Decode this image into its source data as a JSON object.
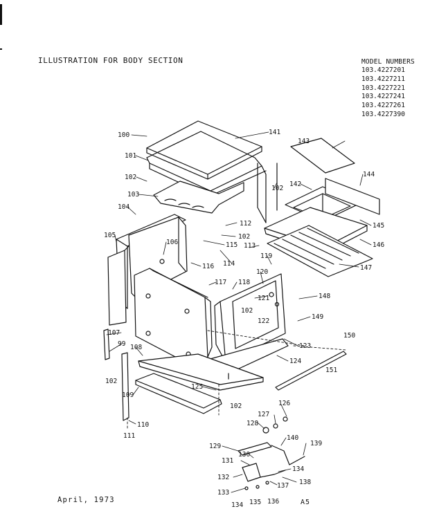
{
  "title": "ILLUSTRATION FOR BODY SECTION",
  "model_heading": "MODEL NUMBERS",
  "model_numbers": [
    "103.4227201",
    "103.4227211",
    "103.4227221",
    "103.4227241",
    "103.4227261",
    "103.4227390"
  ],
  "footer_date": "April, 1973",
  "footer_page": "A5",
  "part_labels": [
    "100",
    "141",
    "101",
    "143",
    "102",
    "102",
    "142",
    "144",
    "103",
    "104",
    "112",
    "102",
    "145",
    "105",
    "106",
    "115",
    "113",
    "114",
    "146",
    "119",
    "147",
    "116",
    "117",
    "118",
    "120",
    "121",
    "148",
    "102",
    "122",
    "149",
    "107",
    "123",
    "99",
    "108",
    "150",
    "124",
    "102",
    "151",
    "125",
    "126",
    "109",
    "102",
    "127",
    "128",
    "110",
    "111",
    "140",
    "139",
    "129",
    "130",
    "131",
    "134",
    "132",
    "138",
    "137",
    "133",
    "134",
    "135",
    "136"
  ]
}
